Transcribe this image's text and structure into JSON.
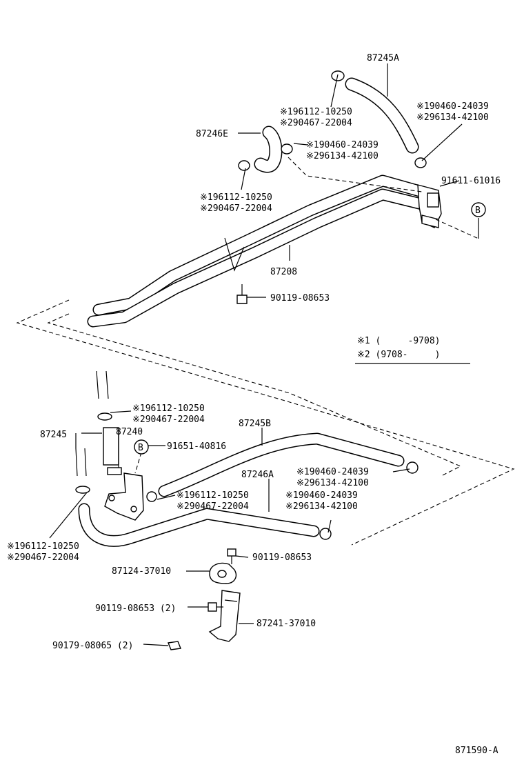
{
  "labels": {
    "p87245A": "87245A",
    "p87246E": "87246E",
    "ref_a1": "※196112-10250",
    "ref_a2": "※290467-22004",
    "ref_b1": "※190460-24039",
    "ref_b2": "※296134-42100",
    "ref_c1": "※190460-24039",
    "ref_c2": "※296134-42100",
    "ref_d1": "※196112-10250",
    "ref_d2": "※290467-22004",
    "p91611": "91611-61016",
    "p87208": "87208",
    "p90119_top": "90119-08653",
    "legend1": "※1 (     -9708)",
    "legend2": "※2 (9708-     )",
    "ref_e1": "※196112-10250",
    "ref_e2": "※290467-22004",
    "p87245": "87245",
    "p87240": "87240",
    "p87245B": "87245B",
    "p91651": "91651-40816",
    "ref_f1": "※190460-24039",
    "ref_f2": "※296134-42100",
    "p87246A": "87246A",
    "ref_g1": "※196112-10250",
    "ref_g2": "※290467-22004",
    "ref_h1": "※190460-24039",
    "ref_h2": "※296134-42100",
    "ref_i1": "※196112-10250",
    "ref_i2": "※290467-22004",
    "p90119_mid": "90119-08653",
    "p87124": "87124-37010",
    "p90119_2": "90119-08653 (2)",
    "p87241": "87241-37010",
    "p90179": "90179-08065 (2)",
    "diagram_code": "871590-A",
    "callout_b": "B"
  }
}
